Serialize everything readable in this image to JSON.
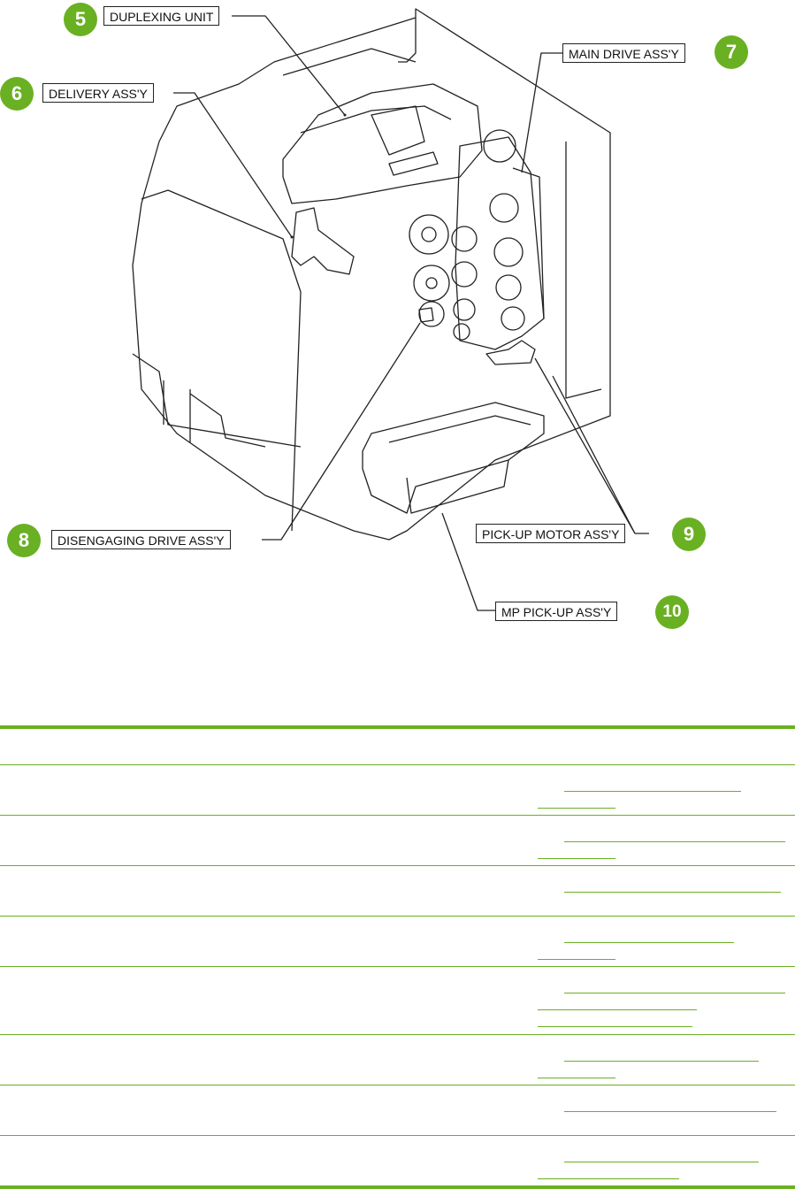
{
  "callouts": [
    {
      "number": "5",
      "label": "DUPLEXING UNIT"
    },
    {
      "number": "6",
      "label": "DELIVERY ASS'Y"
    },
    {
      "number": "7",
      "label": "MAIN DRIVE ASS'Y"
    },
    {
      "number": "8",
      "label": "DISENGAGING DRIVE ASS'Y"
    },
    {
      "number": "9",
      "label": "PICK-UP MOTOR ASS'Y"
    },
    {
      "number": "10",
      "label": "MP PICK-UP ASS'Y"
    }
  ],
  "colors": {
    "accent": "#6ab023",
    "line": "#222222"
  },
  "table_rows": [
    {
      "link_lines": 2
    },
    {
      "link_lines": 2
    },
    {
      "link_lines": 1
    },
    {
      "link_lines": 2
    },
    {
      "link_lines": 3
    },
    {
      "link_lines": 2
    },
    {
      "link_lines": 1
    },
    {
      "link_lines": 2
    }
  ]
}
